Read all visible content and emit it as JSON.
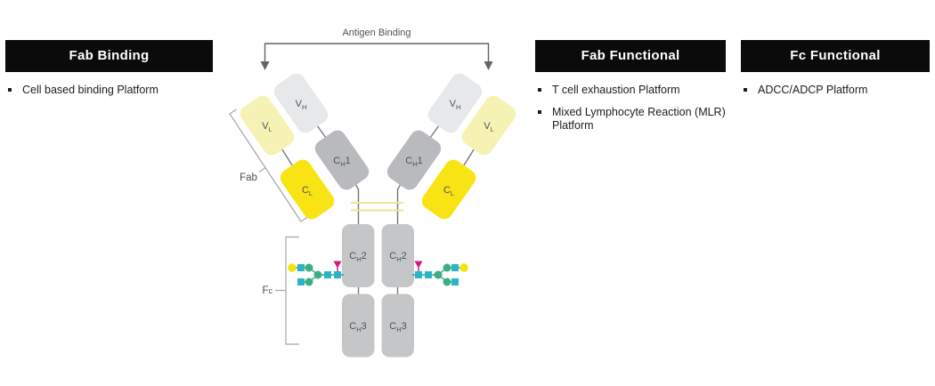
{
  "panels": {
    "fab_binding": {
      "title": "Fab Binding",
      "items": [
        "Cell based binding Platform"
      ]
    },
    "fab_functional": {
      "title": "Fab Functional",
      "items": [
        "T cell exhaustion Platform",
        "Mixed Lymphocyte Reaction (MLR) Platform"
      ]
    },
    "fc_functional": {
      "title": "Fc Functional",
      "items": [
        "ADCC/ADCP Platform"
      ]
    }
  },
  "diagram": {
    "antigen_binding_label": "Antigen Binding",
    "fab_label": "Fab",
    "fc_label": {
      "pre": "F",
      "sub": "c"
    },
    "domains": {
      "vh": {
        "pre": "V",
        "sub": "H",
        "post": ""
      },
      "vl": {
        "pre": "V",
        "sub": "L",
        "post": ""
      },
      "ch1": {
        "pre": "C",
        "sub": "H",
        "post": "1"
      },
      "cl": {
        "pre": "C",
        "sub": "L",
        "post": ""
      },
      "ch2": {
        "pre": "C",
        "sub": "H",
        "post": "2"
      },
      "ch3": {
        "pre": "C",
        "sub": "H",
        "post": "3"
      }
    },
    "glycan_units": [
      "GlcNAc-square",
      "mannose-circle",
      "galactose-circle",
      "fucose-triangle"
    ],
    "colors": {
      "banner_bg": "#0b0b0b",
      "banner_text": "#ffffff",
      "vh": "#e7e8ea",
      "vl": "#f6f2b4",
      "ch1": "#b9babd",
      "cl": "#f8e415",
      "fc_domain": "#c5c6c8",
      "hinge_disulfide": "#ece690",
      "connector_line": "#77787b",
      "bracket_line": "#a5a7a9",
      "arrow": "#636466",
      "glycan_glcnac": "#2ab4c8",
      "glycan_mannose": "#3baf7e",
      "glycan_galactose": "#f2e30e",
      "glycan_fucose": "#d6157f",
      "glycan_link": "#3aa08a"
    }
  }
}
